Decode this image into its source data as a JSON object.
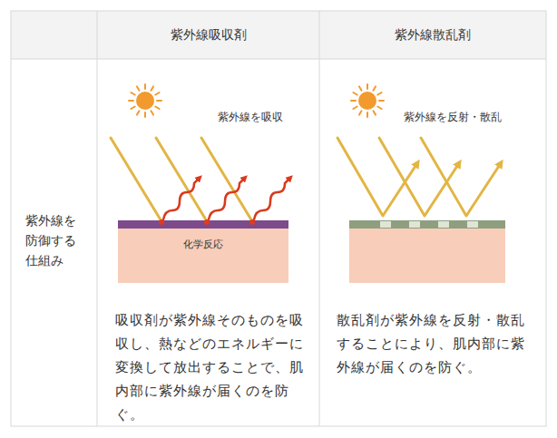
{
  "diagram": {
    "labels": [
      "紫外線吸収剤",
      "紫外線散乱剤",
      "紫外線を防御する仕組み",
      "紫外線を吸収",
      "化学反応",
      "吸収剤が紫外線そのものを吸収し、熱などのエネルギーに変換して放出することで、肌内部に紫外線が届くのを防ぐ。",
      "紫外線を反射・散乱",
      "散乱剤が紫外線を反射・散乱することにより、肌内部に紫外線が届くのを防ぐ。"
    ]
  }
}
